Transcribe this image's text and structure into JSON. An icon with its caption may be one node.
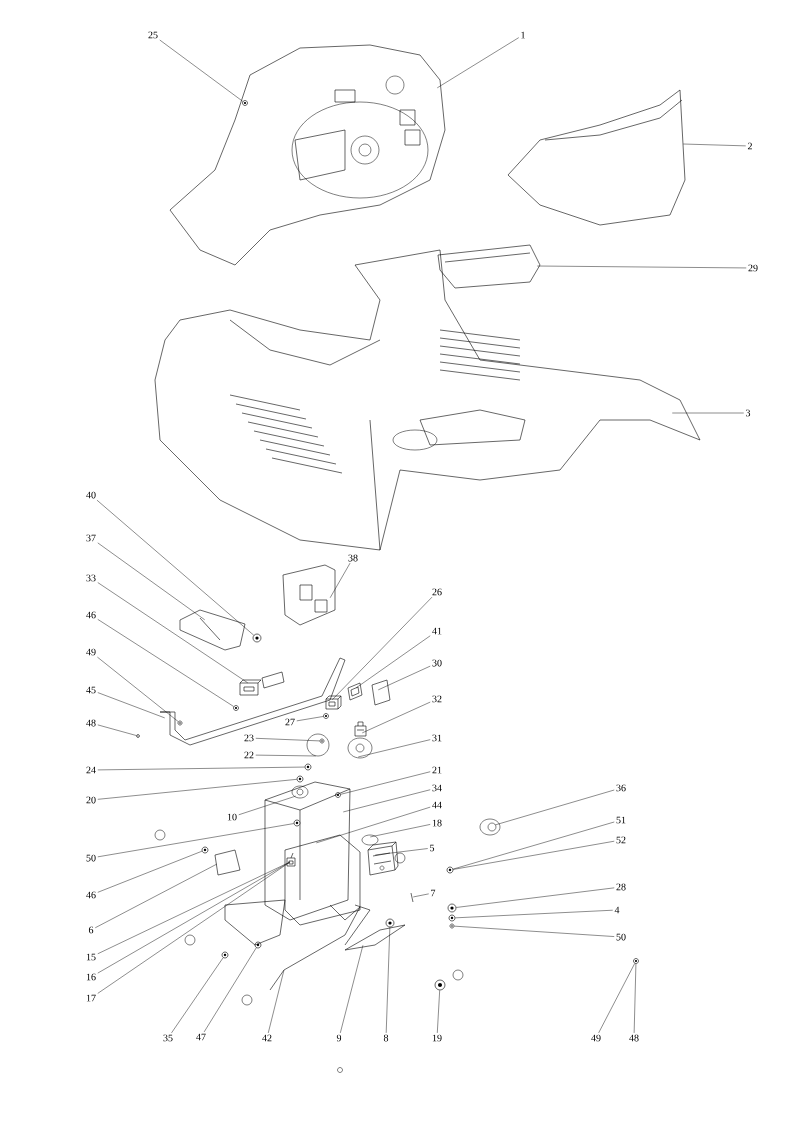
{
  "diagram": {
    "nodes": [
      {
        "text": [
          "25"
        ]
      },
      {
        "text": [
          "1"
        ]
      },
      {
        "text": [
          "2"
        ]
      },
      {
        "text": [
          "29"
        ]
      },
      {
        "text": [
          "3"
        ]
      },
      {
        "text": [
          "40"
        ]
      },
      {
        "text": [
          "37"
        ]
      },
      {
        "text": [
          "38"
        ]
      },
      {
        "text": [
          "33"
        ]
      },
      {
        "text": [
          "26"
        ]
      },
      {
        "text": [
          "46"
        ]
      },
      {
        "text": [
          "41"
        ]
      },
      {
        "text": [
          "49"
        ]
      },
      {
        "text": [
          "30"
        ]
      },
      {
        "text": [
          "45"
        ]
      },
      {
        "text": [
          "27"
        ]
      },
      {
        "text": [
          "32"
        ]
      },
      {
        "text": [
          "48"
        ]
      },
      {
        "text": [
          "23"
        ]
      },
      {
        "text": [
          "31"
        ]
      },
      {
        "text": [
          "22"
        ]
      },
      {
        "text": [
          "24"
        ]
      },
      {
        "text": [
          "21"
        ]
      },
      {
        "text": [
          "20"
        ]
      },
      {
        "text": [
          "10"
        ]
      },
      {
        "text": [
          "34"
        ]
      },
      {
        "text": [
          "44"
        ]
      },
      {
        "text": [
          "36"
        ]
      },
      {
        "text": [
          "50"
        ]
      },
      {
        "text": [
          "18"
        ]
      },
      {
        "text": [
          "51"
        ]
      },
      {
        "text": [
          "52"
        ]
      },
      {
        "text": [
          "5"
        ]
      },
      {
        "text": [
          "46"
        ]
      },
      {
        "text": [
          "7"
        ]
      },
      {
        "text": [
          "28"
        ]
      },
      {
        "text": [
          "4"
        ]
      },
      {
        "text": [
          "6"
        ]
      },
      {
        "text": [
          "50"
        ]
      },
      {
        "text": [
          "15"
        ]
      },
      {
        "text": [
          "16"
        ]
      },
      {
        "text": [
          "17"
        ]
      },
      {
        "text": [
          "35"
        ]
      },
      {
        "text": [
          "47"
        ]
      },
      {
        "text": [
          "42"
        ]
      },
      {
        "text": [
          "9"
        ]
      },
      {
        "text": [
          "8"
        ]
      },
      {
        "text": [
          "19"
        ]
      },
      {
        "text": [
          "49"
        ]
      },
      {
        "text": [
          "48"
        ]
      },
      {
        "text": [],
        "shape": "picture",
        "in": 51
      },
      {
        "text": [],
        "shape": "picture"
      },
      {
        "text": [],
        "shape": "picture"
      },
      {
        "text": [],
        "shape": "picture"
      },
      {
        "text": [],
        "shape": "picture"
      },
      {
        "text": [],
        "shape": "picture"
      },
      {
        "text": [],
        "shape": "picture"
      },
      {
        "text": [],
        "shape": "picture"
      },
      {
        "text": [],
        "shape": "picture"
      },
      {
        "text": [],
        "shape": "picture"
      },
      {
        "text": [],
        "shape": "picture"
      },
      {
        "text": [],
        "shape": "picture"
      },
      {
        "text": [],
        "shape": "picture"
      },
      {
        "text": [],
        "shape": "picture"
      },
      {
        "text": [],
        "shape": "picture"
      },
      {
        "text": [],
        "shape": "picture"
      },
      {
        "text": [],
        "shape": "picture"
      },
      {
        "text": [],
        "shape": "picture"
      },
      {
        "text": [],
        "shape": "picture",
        "in": 70
      },
      {
        "text": [],
        "shape": "picture"
      },
      {
        "text": [],
        "shape": "picture"
      },
      {
        "text": [],
        "shape": "picture"
      },
      {
        "text": [],
        "shape": "picture",
        "in": 75
      },
      {
        "text": [],
        "shape": "picture"
      },
      {
        "text": [],
        "shape": "picture",
        "in": 75
      },
      {
        "text": [],
        "shape": "picture"
      },
      {
        "text": [],
        "shape": "picture"
      },
      {
        "text": [],
        "shape": "picture"
      },
      {
        "text": [],
        "shape": "picture",
        "in": 75
      },
      {
        "text": [],
        "shape": "picture"
      },
      {
        "text": [],
        "shape": "picture"
      },
      {
        "text": [],
        "shape": "picture"
      },
      {
        "text": [],
        "shape": "picture"
      },
      {
        "text": [],
        "shape": "picture"
      },
      {
        "text": [],
        "shape": "picture"
      },
      {
        "text": [],
        "shape": "picture"
      },
      {
        "text": [],
        "shape": "picture"
      },
      {
        "text": [],
        "shape": "picture"
      },
      {
        "text": [],
        "shape": "picture",
        "in": 76
      },
      {
        "text": [],
        "shape": "picture"
      },
      {
        "text": [],
        "shape": "picture"
      },
      {
        "text": [],
        "shape": "picture"
      },
      {
        "text": [],
        "shape": "picture"
      },
      {
        "text": [],
        "shape": "picture"
      },
      {
        "text": [],
        "shape": "picture"
      },
      {
        "text": [],
        "shape": "picture"
      }
    ],
    "edges": [
      {
        "from": 0,
        "to": 50,
        "arrow": "none"
      },
      {
        "from": 1,
        "to": 51,
        "arrow": "none"
      },
      {
        "from": 2,
        "to": 52,
        "arrow": "none"
      },
      {
        "from": 3,
        "to": 53,
        "arrow": "none"
      },
      {
        "from": 4,
        "to": 54,
        "arrow": "none"
      },
      {
        "from": 5,
        "to": 55,
        "arrow": "none"
      },
      {
        "from": 6,
        "to": 56,
        "arrow": "none"
      },
      {
        "from": 7,
        "to": 57,
        "arrow": "none"
      },
      {
        "from": 8,
        "to": 58,
        "arrow": "none"
      },
      {
        "from": 9,
        "to": 59,
        "arrow": "none"
      },
      {
        "from": 10,
        "to": 60,
        "arrow": "none"
      },
      {
        "from": 11,
        "to": 61,
        "arrow": "none"
      },
      {
        "from": 12,
        "to": 62,
        "arrow": "none"
      },
      {
        "from": 13,
        "to": 63,
        "arrow": "none"
      },
      {
        "from": 14,
        "to": 64,
        "arrow": "none"
      },
      {
        "from": 15,
        "to": 65,
        "arrow": "none"
      },
      {
        "from": 16,
        "to": 66,
        "arrow": "none"
      },
      {
        "from": 17,
        "to": 67,
        "arrow": "none"
      },
      {
        "from": 18,
        "to": 68,
        "arrow": "none"
      },
      {
        "from": 19,
        "to": 69,
        "arrow": "none"
      },
      {
        "from": 20,
        "to": 70,
        "arrow": "none"
      },
      {
        "from": 21,
        "to": 71,
        "arrow": "none"
      },
      {
        "from": 22,
        "to": 72,
        "arrow": "none"
      },
      {
        "from": 23,
        "to": 73,
        "arrow": "none"
      },
      {
        "from": 24,
        "to": 74,
        "arrow": "none"
      },
      {
        "from": 25,
        "to": 75,
        "arrow": "none"
      },
      {
        "from": 26,
        "to": 76,
        "arrow": "none"
      },
      {
        "from": 27,
        "to": 77,
        "arrow": "none"
      },
      {
        "from": 28,
        "to": 78,
        "arrow": "none"
      },
      {
        "from": 29,
        "to": 79,
        "arrow": "none"
      },
      {
        "from": 30,
        "to": 80,
        "arrow": "none"
      },
      {
        "from": 31,
        "to": 80,
        "arrow": "none"
      },
      {
        "from": 32,
        "to": 81,
        "arrow": "none"
      },
      {
        "from": 33,
        "to": 82,
        "arrow": "none"
      },
      {
        "from": 34,
        "to": 83,
        "arrow": "none"
      },
      {
        "from": 35,
        "to": 84,
        "arrow": "none"
      },
      {
        "from": 36,
        "to": 85,
        "arrow": "none"
      },
      {
        "from": 37,
        "to": 86,
        "arrow": "none"
      },
      {
        "from": 38,
        "to": 87,
        "arrow": "none"
      },
      {
        "from": 39,
        "to": 88,
        "arrow": "none"
      },
      {
        "from": 40,
        "to": 88,
        "arrow": "none"
      },
      {
        "from": 41,
        "to": 88,
        "arrow": "none"
      },
      {
        "from": 42,
        "to": 89,
        "arrow": "none"
      },
      {
        "from": 43,
        "to": 90,
        "arrow": "none"
      },
      {
        "from": 44,
        "to": 91,
        "arrow": "none"
      },
      {
        "from": 45,
        "to": 92,
        "arrow": "none"
      },
      {
        "from": 46,
        "to": 93,
        "arrow": "none"
      },
      {
        "from": 47,
        "to": 94,
        "arrow": "none"
      },
      {
        "from": 48,
        "to": 95,
        "arrow": "none"
      },
      {
        "from": 49,
        "to": 95,
        "arrow": "none"
      }
    ]
  }
}
